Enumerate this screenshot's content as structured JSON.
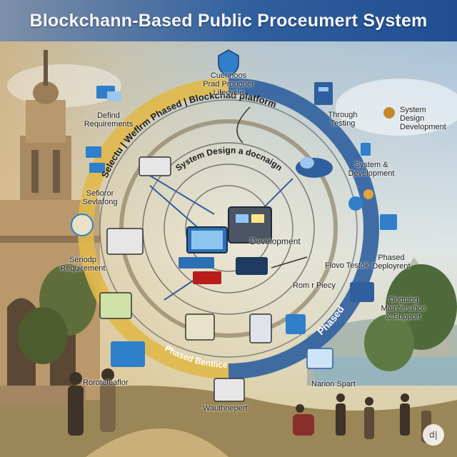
{
  "title": "Blockchann-Based  Public Proceumert System",
  "center": {
    "label": "Development",
    "ring_top": "Selectu | Weflrm Phased | Blockchad platform",
    "ring_inner": "System Design a docnaign",
    "ring_bottom": "Phased Bentiice",
    "ring_right": "Phased"
  },
  "labels": {
    "lifecycle": [
      "Cuennoos",
      "Prad Prouoner",
      "Lifecycle"
    ],
    "define_requirements": [
      "Defind",
      "Requirements"
    ],
    "through_testing": [
      "Through",
      "Testing"
    ],
    "system_design_development": [
      "System",
      "Design",
      "Development"
    ],
    "system_development": [
      "System &",
      "Development"
    ],
    "sefioror_sevlafong": [
      "Sefioror",
      "Sevlafong"
    ],
    "seriodp_requirement": [
      "Seriodp",
      "Requirement"
    ],
    "phased_deployment": [
      "Phased",
      "Deployrent"
    ],
    "flovo_testok": "Flovo Testok",
    "rom_piecy": "Rom r Piecy",
    "ongoing_maintenance": [
      "Onguing",
      "Maintenance",
      "& Support"
    ],
    "rorotefeaflor": "Rorotefeaflor",
    "narion_spart": "Narion Spart",
    "wauthnepert": "Wauthnepert"
  },
  "colors": {
    "title_bg_start": "#7d8fa8",
    "title_bg_end": "#1f4f92",
    "ring_gold": "#e0b84a",
    "ring_blue": "#2f5f9e",
    "sky": "#c9d8e6"
  },
  "icons": [
    "shield-icon",
    "folder-icon",
    "server-icon",
    "monitor-icon",
    "tablet-icon",
    "gear-icon",
    "cloud-icon"
  ]
}
